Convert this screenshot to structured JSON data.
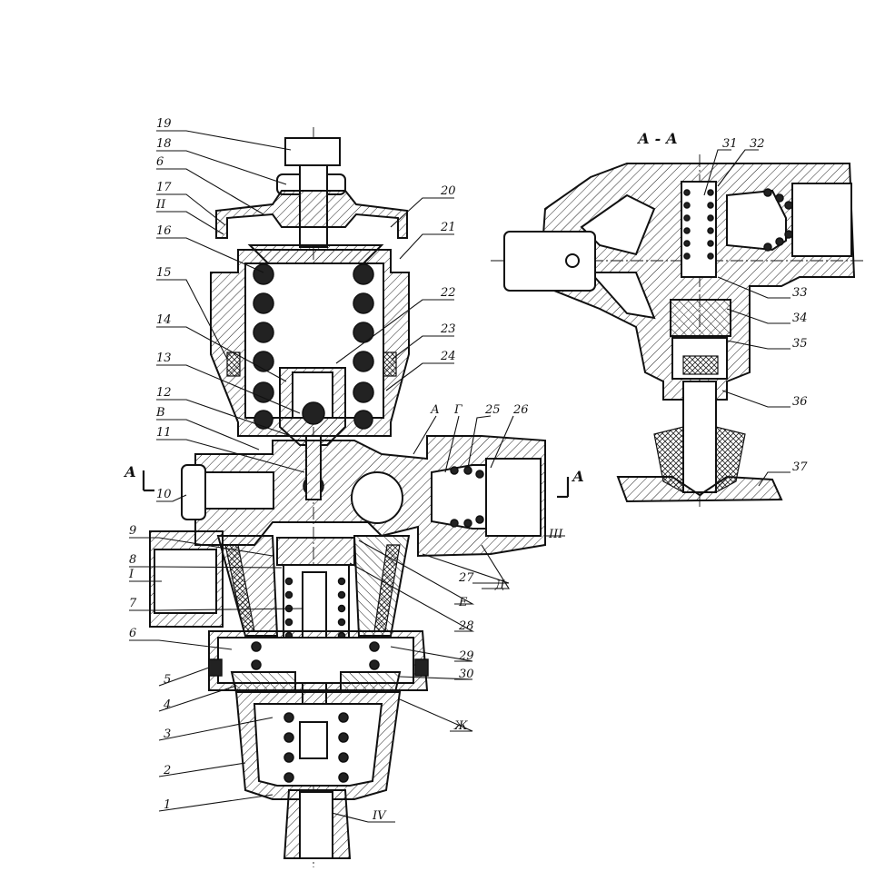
{
  "figure": {
    "section_label": "А - А",
    "section_mark_left": "А",
    "section_mark_right": "А"
  },
  "callouts": {
    "c1": "1",
    "c2": "2",
    "c3": "3",
    "c4": "4",
    "c5": "5",
    "c6": "6",
    "c7": "7",
    "c8": "8",
    "c9": "9",
    "c10": "10",
    "c11": "11",
    "c12": "12",
    "c13": "13",
    "c14": "14",
    "c15": "15",
    "c16": "16",
    "c17": "17",
    "c18": "18",
    "c19": "19",
    "c20": "20",
    "c21": "21",
    "c22": "22",
    "c23": "23",
    "c24": "24",
    "c25": "25",
    "c26": "26",
    "c27": "27",
    "c28": "28",
    "c29": "29",
    "c30": "30",
    "c31": "31",
    "c32": "32",
    "c33": "33",
    "c34": "34",
    "c35": "35",
    "c36": "36",
    "c37": "37",
    "l6b": "6",
    "lB": "В",
    "lG": "Г",
    "lA": "А",
    "lD": "Д",
    "lE": "Е",
    "lZh": "Ж",
    "lII": "II",
    "lI": "I",
    "lIII": "III",
    "lIV": "IV"
  }
}
